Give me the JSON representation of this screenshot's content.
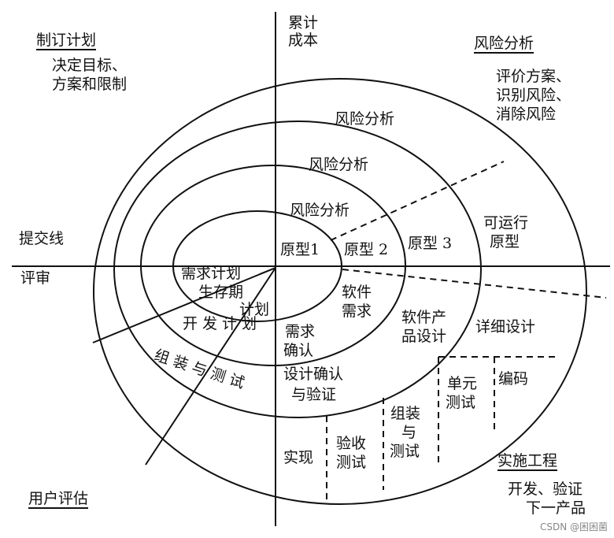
{
  "axes": {
    "cost": "累计\n成本",
    "submit_line": "提交线",
    "review": "评审"
  },
  "quadrants": {
    "planning": {
      "title": "制订计划",
      "desc": [
        "决定目标、",
        "方案和限制"
      ]
    },
    "risk": {
      "title": "风险分析",
      "desc": [
        "评价方案、",
        "识别风险、",
        "消除风险"
      ]
    },
    "engineering": {
      "title": "实施工程",
      "desc": [
        "开发、验证",
        "下一产品"
      ]
    },
    "evaluation": {
      "title": "用户评估"
    }
  },
  "spiral_labels": {
    "risk1": "风险分析",
    "risk2": "风险分析",
    "risk3": "风险分析",
    "proto1": "原型1",
    "proto2": "原型 2",
    "proto3": "原型 3",
    "proto_run": [
      "可运行",
      "原型"
    ],
    "req_plan": "需求计划",
    "life_plan": [
      "生存期",
      "计划"
    ],
    "dev_plan": "开发计划",
    "integ_plan": "组装与测试",
    "sw_req": [
      "软件",
      "需求"
    ],
    "req_valid": [
      "需求",
      "确认"
    ],
    "sw_design": [
      "软件产",
      "品设计"
    ],
    "design_valid": [
      "设计确认",
      "与验证"
    ],
    "detail_design": "详细设计",
    "coding": "编码",
    "unit_test": [
      "单元",
      "测试"
    ],
    "integ_test": [
      "组装",
      "与",
      "测试"
    ],
    "accept_test": [
      "验收",
      "测试"
    ],
    "impl": "实现"
  },
  "watermark": "CSDN @困困菌"
}
